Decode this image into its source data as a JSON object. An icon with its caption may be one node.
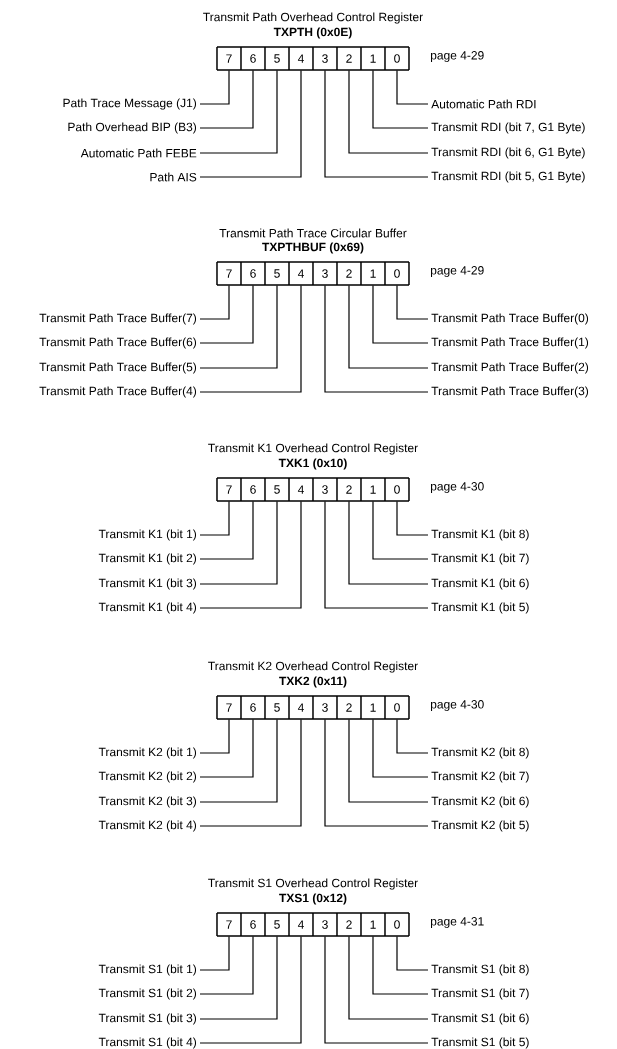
{
  "diagram": {
    "nodes": [
      {
        "text": [
          "Transmit Path Overhead Control Register",
          "TXPTH (0x0E)"
        ],
        "beside": [
          "page 4-29"
        ]
      },
      {
        "text": [
          "7"
        ],
        "in": 0
      },
      {
        "text": [
          "6"
        ],
        "in": 0
      },
      {
        "text": [
          "5"
        ],
        "in": 0
      },
      {
        "text": [
          "4"
        ],
        "in": 0
      },
      {
        "text": [
          "3"
        ],
        "in": 0
      },
      {
        "text": [
          "2"
        ],
        "in": 0
      },
      {
        "text": [
          "1"
        ],
        "in": 0
      },
      {
        "text": [
          "0"
        ],
        "in": 0
      },
      {
        "text": [
          "Path Trace Message (J1)"
        ]
      },
      {
        "text": [
          "Path Overhead BIP (B3)"
        ]
      },
      {
        "text": [
          "Automatic Path FEBE"
        ]
      },
      {
        "text": [
          "Path AIS"
        ]
      },
      {
        "text": [
          "Automatic Path RDI"
        ]
      },
      {
        "text": [
          "Transmit RDI (bit 7, G1 Byte)"
        ]
      },
      {
        "text": [
          "Transmit RDI (bit 6, G1 Byte)"
        ]
      },
      {
        "text": [
          "Transmit RDI (bit 5, G1 Byte)"
        ]
      },
      {
        "text": [
          "Transmit Path Trace Circular Buffer",
          "TXPTHBUF (0x69)"
        ],
        "beside": [
          "page 4-29"
        ]
      },
      {
        "text": [
          "7"
        ],
        "in": 17
      },
      {
        "text": [
          "6"
        ],
        "in": 17
      },
      {
        "text": [
          "5"
        ],
        "in": 17
      },
      {
        "text": [
          "4"
        ],
        "in": 17
      },
      {
        "text": [
          "3"
        ],
        "in": 17
      },
      {
        "text": [
          "2"
        ],
        "in": 17
      },
      {
        "text": [
          "1"
        ],
        "in": 17
      },
      {
        "text": [
          "0"
        ],
        "in": 17
      },
      {
        "text": [
          "Transmit Path Trace Buffer(7)"
        ]
      },
      {
        "text": [
          "Transmit Path Trace Buffer(6)"
        ]
      },
      {
        "text": [
          "Transmit Path Trace Buffer(5)"
        ]
      },
      {
        "text": [
          "Transmit Path Trace Buffer(4)"
        ]
      },
      {
        "text": [
          "Transmit Path Trace Buffer(0)"
        ]
      },
      {
        "text": [
          "Transmit Path Trace Buffer(1)"
        ]
      },
      {
        "text": [
          "Transmit Path Trace Buffer(2)"
        ]
      },
      {
        "text": [
          "Transmit Path Trace Buffer(3)"
        ]
      },
      {
        "text": [
          "Transmit K1 Overhead Control Register",
          "TXK1 (0x10)"
        ],
        "beside": [
          "page 4-30"
        ]
      },
      {
        "text": [
          "7"
        ],
        "in": 34
      },
      {
        "text": [
          "6"
        ],
        "in": 34
      },
      {
        "text": [
          "5"
        ],
        "in": 34
      },
      {
        "text": [
          "4"
        ],
        "in": 34
      },
      {
        "text": [
          "3"
        ],
        "in": 34
      },
      {
        "text": [
          "2"
        ],
        "in": 34
      },
      {
        "text": [
          "1"
        ],
        "in": 34
      },
      {
        "text": [
          "0"
        ],
        "in": 34
      },
      {
        "text": [
          "Transmit K1 (bit 1)"
        ]
      },
      {
        "text": [
          "Transmit K1 (bit 2)"
        ]
      },
      {
        "text": [
          "Transmit K1 (bit 3)"
        ]
      },
      {
        "text": [
          "Transmit K1 (bit 4)"
        ]
      },
      {
        "text": [
          "Transmit K1 (bit 8)"
        ]
      },
      {
        "text": [
          "Transmit K1 (bit 7)"
        ]
      },
      {
        "text": [
          "Transmit K1 (bit 6)"
        ]
      },
      {
        "text": [
          "Transmit K1 (bit 5)"
        ]
      },
      {
        "text": [
          "Transmit K2 Overhead Control Register",
          "TXK2 (0x11)"
        ],
        "beside": [
          "page 4-30"
        ]
      },
      {
        "text": [
          "7"
        ],
        "in": 51
      },
      {
        "text": [
          "6"
        ],
        "in": 51
      },
      {
        "text": [
          "5"
        ],
        "in": 51
      },
      {
        "text": [
          "4"
        ],
        "in": 51
      },
      {
        "text": [
          "3"
        ],
        "in": 51
      },
      {
        "text": [
          "2"
        ],
        "in": 51
      },
      {
        "text": [
          "1"
        ],
        "in": 51
      },
      {
        "text": [
          "0"
        ],
        "in": 51
      },
      {
        "text": [
          "Transmit K2 (bit 1)"
        ]
      },
      {
        "text": [
          "Transmit K2 (bit 2)"
        ]
      },
      {
        "text": [
          "Transmit K2 (bit 3)"
        ]
      },
      {
        "text": [
          "Transmit K2 (bit 4)"
        ]
      },
      {
        "text": [
          "Transmit K2 (bit 8)"
        ]
      },
      {
        "text": [
          "Transmit K2 (bit 7)"
        ]
      },
      {
        "text": [
          "Transmit K2 (bit 6)"
        ]
      },
      {
        "text": [
          "Transmit K2 (bit 5)"
        ]
      },
      {
        "text": [
          "Transmit S1 Overhead Control Register",
          "TXS1 (0x12)"
        ],
        "beside": [
          "page 4-31"
        ]
      },
      {
        "text": [
          "7"
        ],
        "in": 68
      },
      {
        "text": [
          "6"
        ],
        "in": 68
      },
      {
        "text": [
          "5"
        ],
        "in": 68
      },
      {
        "text": [
          "4"
        ],
        "in": 68
      },
      {
        "text": [
          "3"
        ],
        "in": 68
      },
      {
        "text": [
          "2"
        ],
        "in": 68
      },
      {
        "text": [
          "1"
        ],
        "in": 68
      },
      {
        "text": [
          "0"
        ],
        "in": 68
      },
      {
        "text": [
          "Transmit S1 (bit 1)"
        ]
      },
      {
        "text": [
          "Transmit S1 (bit 2)"
        ]
      },
      {
        "text": [
          "Transmit S1 (bit 3)"
        ]
      },
      {
        "text": [
          "Transmit S1 (bit 4)"
        ]
      },
      {
        "text": [
          "Transmit S1 (bit 8)"
        ]
      },
      {
        "text": [
          "Transmit S1 (bit 7)"
        ]
      },
      {
        "text": [
          "Transmit S1 (bit 6)"
        ]
      },
      {
        "text": [
          "Transmit S1 (bit 5)"
        ]
      }
    ],
    "edges": [
      {
        "from": 9,
        "to": 1,
        "arrow": "none"
      },
      {
        "from": 10,
        "to": 2,
        "arrow": "none"
      },
      {
        "from": 11,
        "to": 3,
        "arrow": "none"
      },
      {
        "from": 12,
        "to": 4,
        "arrow": "none"
      },
      {
        "from": 13,
        "to": 8,
        "arrow": "none"
      },
      {
        "from": 14,
        "to": 7,
        "arrow": "none"
      },
      {
        "from": 15,
        "to": 6,
        "arrow": "none"
      },
      {
        "from": 16,
        "to": 5,
        "arrow": "none"
      },
      {
        "from": 26,
        "to": 18,
        "arrow": "none"
      },
      {
        "from": 27,
        "to": 19,
        "arrow": "none"
      },
      {
        "from": 28,
        "to": 20,
        "arrow": "none"
      },
      {
        "from": 29,
        "to": 21,
        "arrow": "none"
      },
      {
        "from": 30,
        "to": 25,
        "arrow": "none"
      },
      {
        "from": 31,
        "to": 24,
        "arrow": "none"
      },
      {
        "from": 32,
        "to": 23,
        "arrow": "none"
      },
      {
        "from": 33,
        "to": 22,
        "arrow": "none"
      },
      {
        "from": 43,
        "to": 35,
        "arrow": "none"
      },
      {
        "from": 44,
        "to": 36,
        "arrow": "none"
      },
      {
        "from": 45,
        "to": 37,
        "arrow": "none"
      },
      {
        "from": 46,
        "to": 38,
        "arrow": "none"
      },
      {
        "from": 47,
        "to": 42,
        "arrow": "none"
      },
      {
        "from": 48,
        "to": 41,
        "arrow": "none"
      },
      {
        "from": 49,
        "to": 40,
        "arrow": "none"
      },
      {
        "from": 50,
        "to": 39,
        "arrow": "none"
      },
      {
        "from": 60,
        "to": 52,
        "arrow": "none"
      },
      {
        "from": 61,
        "to": 53,
        "arrow": "none"
      },
      {
        "from": 62,
        "to": 54,
        "arrow": "none"
      },
      {
        "from": 63,
        "to": 55,
        "arrow": "none"
      },
      {
        "from": 64,
        "to": 59,
        "arrow": "none"
      },
      {
        "from": 65,
        "to": 58,
        "arrow": "none"
      },
      {
        "from": 66,
        "to": 57,
        "arrow": "none"
      },
      {
        "from": 67,
        "to": 56,
        "arrow": "none"
      },
      {
        "from": 77,
        "to": 69,
        "arrow": "none"
      },
      {
        "from": 78,
        "to": 70,
        "arrow": "none"
      },
      {
        "from": 79,
        "to": 71,
        "arrow": "none"
      },
      {
        "from": 80,
        "to": 72,
        "arrow": "none"
      },
      {
        "from": 81,
        "to": 76,
        "arrow": "none"
      },
      {
        "from": 82,
        "to": 75,
        "arrow": "none"
      },
      {
        "from": 83,
        "to": 74,
        "arrow": "none"
      },
      {
        "from": 84,
        "to": 73,
        "arrow": "none"
      }
    ]
  }
}
